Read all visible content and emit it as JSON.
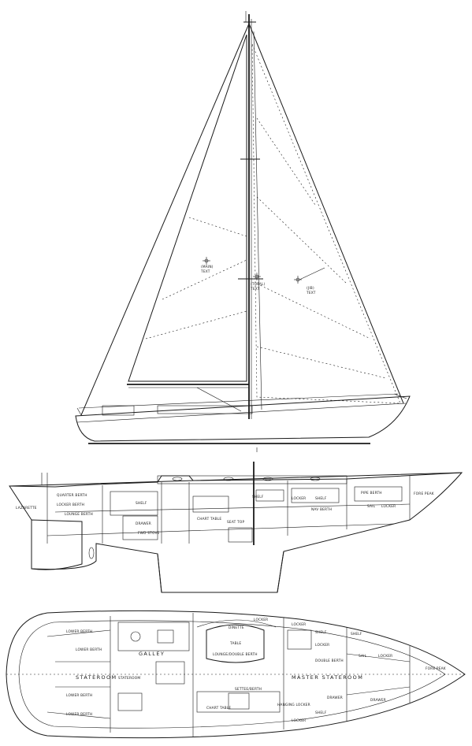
{
  "sail_plan": {
    "annotations": [
      {
        "id": "main",
        "line1": "(MAIN)",
        "line2": "TEXT"
      },
      {
        "id": "total",
        "line1": "(TOTAL)",
        "line2": "TEXT"
      },
      {
        "id": "jib",
        "line1": "(JIB)",
        "line2": "TEXT"
      }
    ]
  },
  "profile": {
    "labels": [
      "LAZARETTE",
      "QUARTER BERTH",
      "LOCKER BERTH",
      "LOUNGE BERTH",
      "SHELF",
      "DRAWER",
      "FWD STOVE",
      "CHART TABLE",
      "SEAT TOP",
      "SHELF",
      "LOCKER",
      "SHELF",
      "NAV BERTH",
      "PIPE BERTH",
      "SAIL",
      "LOCKER",
      "FORE PEAK"
    ]
  },
  "accommodation": {
    "labels": [
      "LOCKER",
      "FORE PEAK",
      "DINETTE",
      "LOCKER",
      "SHELF",
      "LOCKER",
      "SHELF",
      "LOWER BERTH",
      "LOWER BERTH",
      "TABLE",
      "LOUNGE/DOUBLE BERTH",
      "DOUBLE BERTH",
      "GALLEY",
      "STATEROOM",
      "STATEROOM",
      "MASTER STATEROOM",
      "SAIL",
      "LOCKER",
      "DRAWER",
      "SETTEE/BERTH",
      "CHART TABLE",
      "SHELF",
      "LOCKER",
      "DRAWER",
      "LOWER BERTH",
      "LOWER BERTH",
      "HANGING LOCKER"
    ]
  }
}
